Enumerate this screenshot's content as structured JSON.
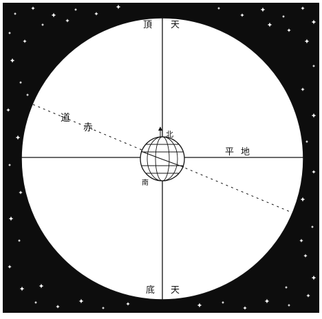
{
  "labels": {
    "zenith_left": "頂",
    "zenith_right": "天",
    "nadir_left": "底",
    "nadir_right": "天",
    "equator_1": "道",
    "equator_2": "赤",
    "horizon_1": "平",
    "horizon_2": "地",
    "north": "北",
    "south": "南"
  },
  "colors": {
    "sky": "#0d0d0d",
    "sphere": "#ffffff",
    "ink": "#111111",
    "star": "#ffffff"
  },
  "icons": {
    "star": "star-icon",
    "earth": "globe-icon"
  }
}
